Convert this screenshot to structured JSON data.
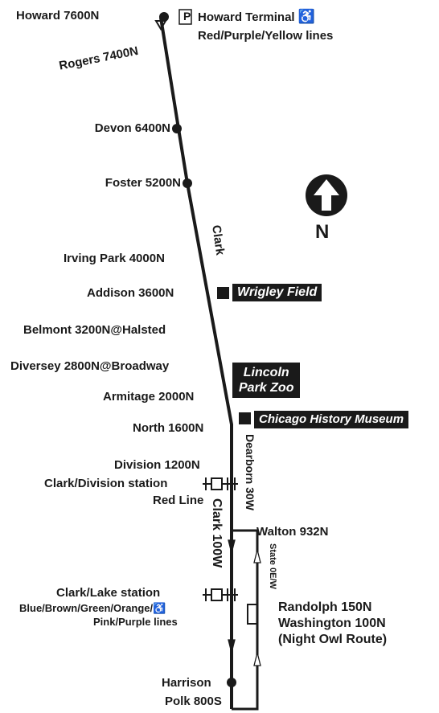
{
  "stops": {
    "howard": "Howard 7600N",
    "rogers": "Rogers 7400N",
    "devon": "Devon  6400N",
    "foster": "Foster  5200N",
    "irving": "Irving Park 4000N",
    "addison": "Addison 3600N",
    "belmont": "Belmont 3200N@Halsted",
    "diversey": "Diversey 2800N@Broadway",
    "armitage": "Armitage 2000N",
    "north": "North 1600N",
    "division": "Division 1200N",
    "clark_division_station": "Clark/Division station",
    "clark_division_line": "Red Line",
    "walton": "Walton 932N",
    "clark_lake_station": "Clark/Lake station",
    "clark_lake_lines": "Blue/Brown/Green/Orange/",
    "clark_lake_lines2": "Pink/Purple lines",
    "randolph": "Randolph 150N",
    "washington": "Washington 100N",
    "night_owl": "(Night Owl Route)",
    "harrison": "Harrison",
    "polk": "Polk 800S"
  },
  "terminal": {
    "parking_symbol": "P",
    "name": "Howard Terminal",
    "lines": "Red/Purple/Yellow lines"
  },
  "landmarks": {
    "wrigley": "Wrigley Field",
    "zoo_line1": "Lincoln",
    "zoo_line2": "Park Zoo",
    "museum": "Chicago History Museum"
  },
  "streets": {
    "clark": "Clark",
    "dearborn": "Dearborn 30W",
    "clark_100w": "Clark 100W",
    "state": "State 0E/W"
  },
  "compass": {
    "label": "N"
  },
  "icons": [
    "wheelchair-icon",
    "parking-icon",
    "north-arrow-icon",
    "rail-station-icon"
  ]
}
